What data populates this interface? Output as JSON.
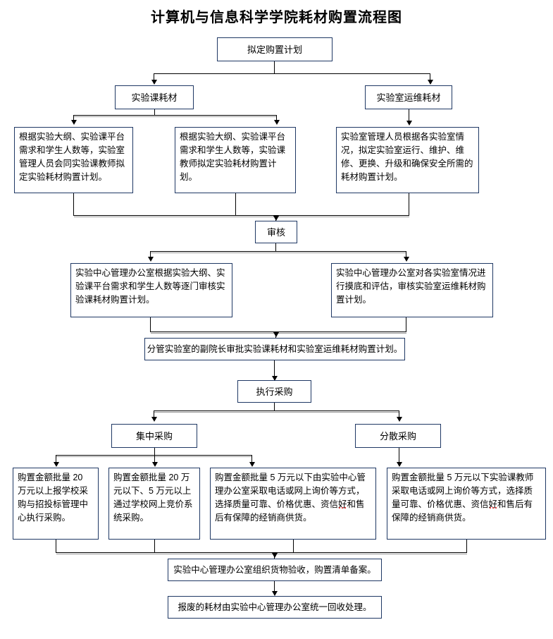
{
  "title": "计算机与信息科学学院耗材购置流程图",
  "nodes": {
    "plan": "拟定购置计划",
    "branch_course": "实验课耗材",
    "branch_ops": "实验室运维耗材",
    "detail_1": "根据实验大纲、实验课平台需求和学生人数等，实验室管理人员会同实验课教师拟定实验耗材购置计划。",
    "detail_2": "根据实验大纲、实验课平台需求和学生人数等，实验课教师拟定实验耗材购置计划。",
    "detail_3": "实验室管理人员根据各实验室情况，拟定实验室运行、维护、维修、更换、升级和确保安全所需的耗材购置计划。",
    "review": "审核",
    "review_left": "实验中心管理办公室根据实验大纲、实验课平台需求和学生人数等逐门审核实验课耗材购置计划。",
    "review_right": "实验中心管理办公室对各实验室情况进行摸底和评估，审核实验室运维耗材购置计划。",
    "approval": "分管实验室的副院长审批实验课耗材和实验室运维耗材购置计划。",
    "execute": "执行采购",
    "centralized": "集中采购",
    "decentralized": "分散采购",
    "buy_1": "购置金额批量 20 万元以上报学校采购与招投标管理中心执行采购。",
    "buy_2": "购置金额批量 20 万元以下、5 万元以上通过学校网上竞价系统采购。",
    "buy_3_a": "购置金额批量 5 万元以下由实验中心管理办公室采取电话或网上询价等方式，选择质量可靠、价格优惠、资信",
    "buy_3_mark": "好",
    "buy_3_b": "和售后有保障的经销商供货。",
    "buy_4_a": "购置金额批量 5 万元以下实验课教师采取电话或网上询价等方式，选择质量可靠、价格优惠、资信",
    "buy_4_mark": "好",
    "buy_4_b": "和售后有保障的经销商供货。",
    "acceptance": "实验中心管理办公室组织货物验收，购置清单备案。",
    "disposal": "报废的耗材由实验中心管理办公室统一回收处理。"
  },
  "colors": {
    "box_border": "#1F3864",
    "connector": "#000000",
    "connector_shadow": "#9A9A9A",
    "spellcheck": "#E03030",
    "background": "#FFFFFF"
  }
}
